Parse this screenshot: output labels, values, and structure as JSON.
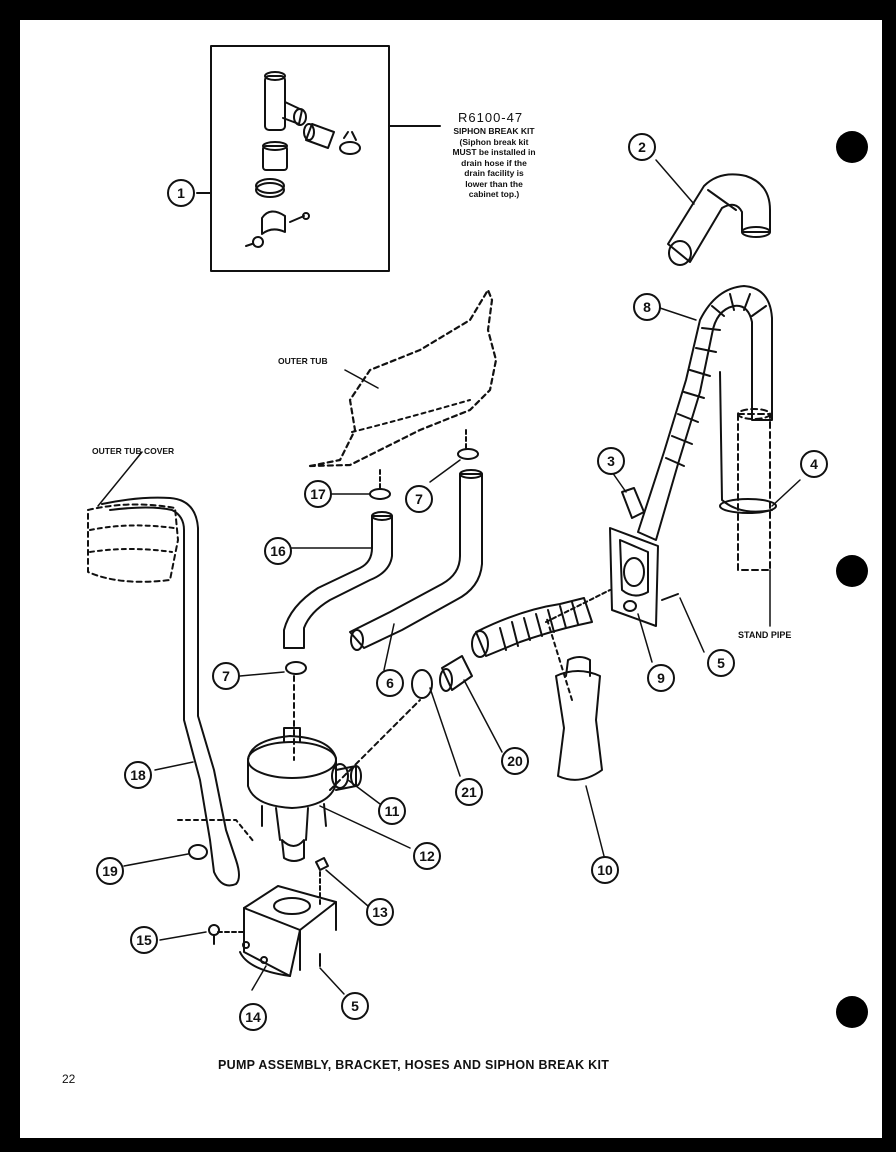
{
  "kit": {
    "part_number": "R6100-47",
    "note_lines": [
      "SIPHON BREAK KIT",
      "(Siphon break kit",
      "MUST be installed in",
      "drain hose if the",
      "drain facility is",
      "lower than the",
      "cabinet top.)"
    ]
  },
  "labels": {
    "outer_tub": "OUTER TUB",
    "outer_tub_cover": "OUTER TUB COVER",
    "stand_pipe": "STAND PIPE"
  },
  "caption": "PUMP ASSEMBLY, BRACKET, HOSES AND SIPHON BREAK KIT",
  "page_number": "22",
  "callouts": [
    "1",
    "2",
    "3",
    "4",
    "5",
    "5",
    "6",
    "7",
    "7",
    "8",
    "9",
    "10",
    "11",
    "12",
    "13",
    "14",
    "15",
    "16",
    "17",
    "18",
    "19",
    "20",
    "21"
  ],
  "colors": {
    "paper": "#ffffff",
    "ink": "#111111",
    "border": "#000000"
  }
}
